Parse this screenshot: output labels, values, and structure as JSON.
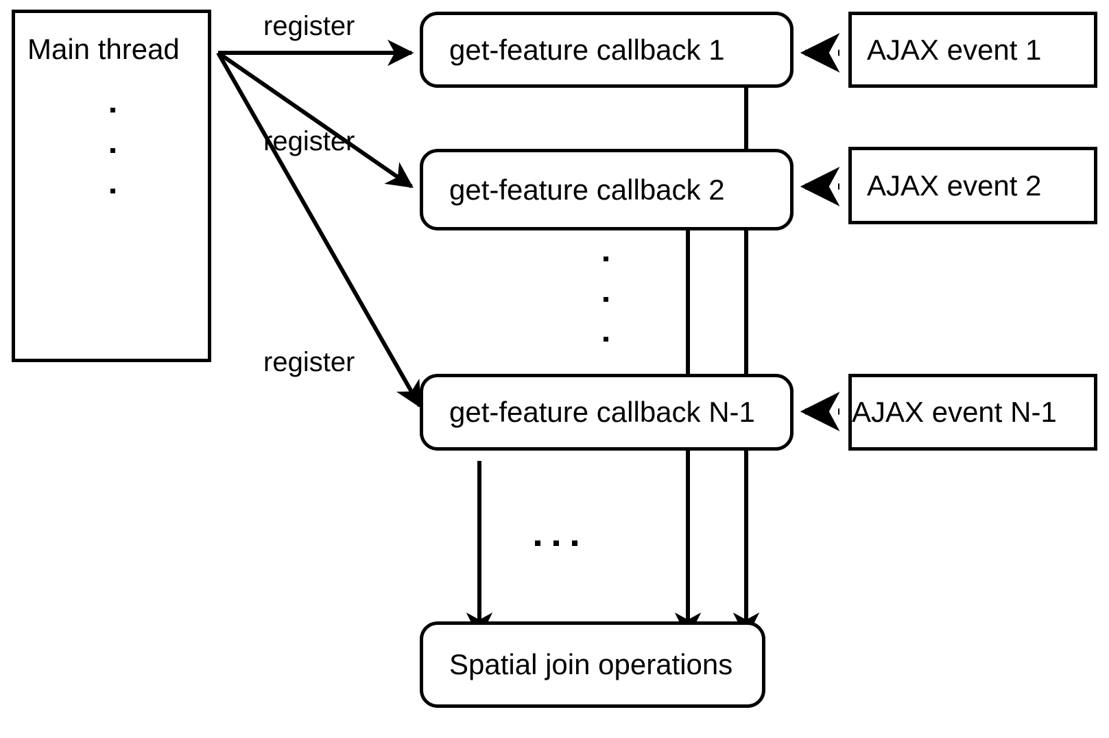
{
  "diagram": {
    "title": "Asynchronous get-feature callback registration and spatial join",
    "background_color": "#ffffff",
    "stroke_color": "#000000"
  },
  "nodes": {
    "main_thread": {
      "label": "Main thread",
      "shape": "rectangle"
    },
    "callback_1": {
      "label": "get-feature callback 1",
      "shape": "rounded-rectangle"
    },
    "callback_2": {
      "label": "get-feature callback 2",
      "shape": "rounded-rectangle"
    },
    "callback_n1": {
      "label": "get-feature callback N-1",
      "shape": "rounded-rectangle"
    },
    "ajax_1": {
      "label": "AJAX event 1",
      "shape": "rectangle"
    },
    "ajax_2": {
      "label": "AJAX event 2",
      "shape": "rectangle"
    },
    "ajax_n1": {
      "label": "AJAX event N-1",
      "shape": "rectangle"
    },
    "spatial_join": {
      "label": "Spatial join operations",
      "shape": "rounded-rectangle"
    }
  },
  "edge_labels": {
    "register_1": "register",
    "register_2": "register",
    "register_3": "register"
  },
  "ellipses": {
    "main_thread_vertical": "⋮",
    "callbacks_vertical": "⋮",
    "flows_horizontal": "…"
  },
  "edges": [
    {
      "from": "main_thread",
      "to": "callback_1",
      "style": "solid",
      "label": "register"
    },
    {
      "from": "main_thread",
      "to": "callback_2",
      "style": "solid",
      "label": "register"
    },
    {
      "from": "main_thread",
      "to": "callback_n1",
      "style": "solid",
      "label": "register"
    },
    {
      "from": "ajax_1",
      "to": "callback_1",
      "style": "dotted",
      "label": ""
    },
    {
      "from": "ajax_2",
      "to": "callback_2",
      "style": "dotted",
      "label": ""
    },
    {
      "from": "ajax_n1",
      "to": "callback_n1",
      "style": "dotted",
      "label": ""
    },
    {
      "from": "callback_1",
      "to": "spatial_join",
      "style": "solid",
      "label": ""
    },
    {
      "from": "callback_2",
      "to": "spatial_join",
      "style": "solid",
      "label": ""
    },
    {
      "from": "callback_n1",
      "to": "spatial_join",
      "style": "solid",
      "label": ""
    }
  ]
}
